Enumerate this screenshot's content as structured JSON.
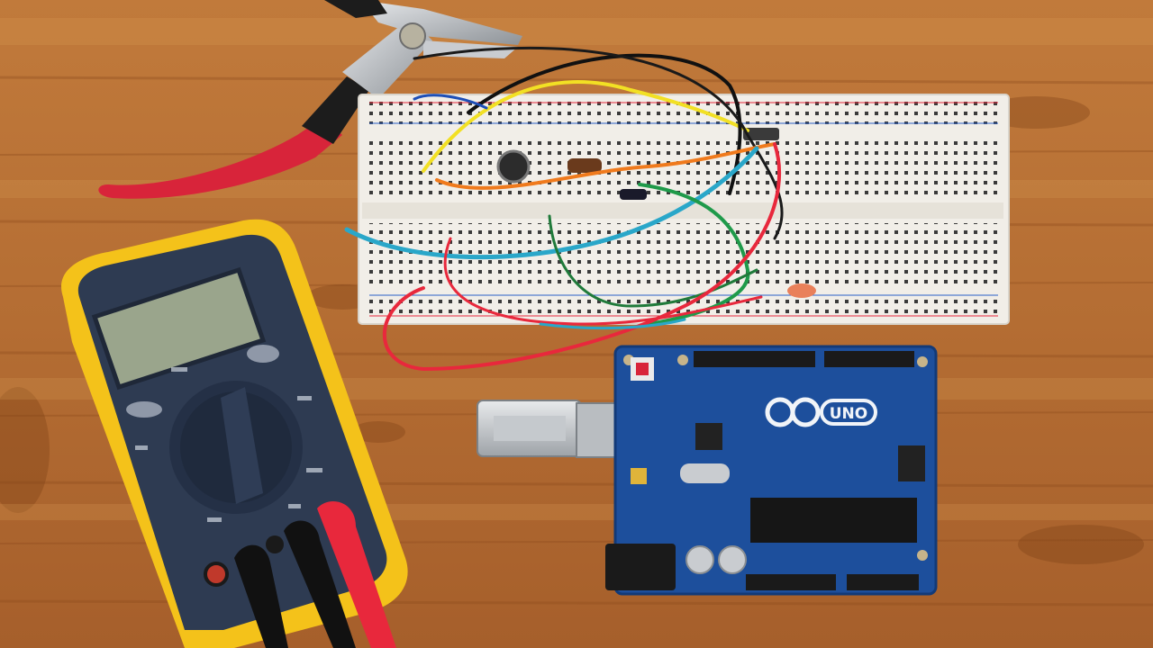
{
  "scene": {
    "subjects": [
      "desk-surface",
      "wire-cutter-pliers",
      "breadboard",
      "jumper-wires",
      "multimeter",
      "microcontroller-board",
      "usb-connector"
    ],
    "colors": {
      "wood_light": "#c8843f",
      "wood_dark": "#8e4f1f",
      "breadboard": "#f1eee8",
      "multimeter_case": "#f4c21a",
      "multimeter_face": "#2e3b52",
      "lcd": "#9aa58c",
      "board_pcb": "#1d4f9c",
      "plier_handle": "#d8243a"
    },
    "wire_colors": [
      "#f2e024",
      "#111111",
      "#f07a1c",
      "#2aa7c9",
      "#1f9a4a",
      "#e8283c",
      "#1d4fb8"
    ]
  },
  "board": {
    "logo_symbol": "∞",
    "logo_mark": "UNO"
  }
}
